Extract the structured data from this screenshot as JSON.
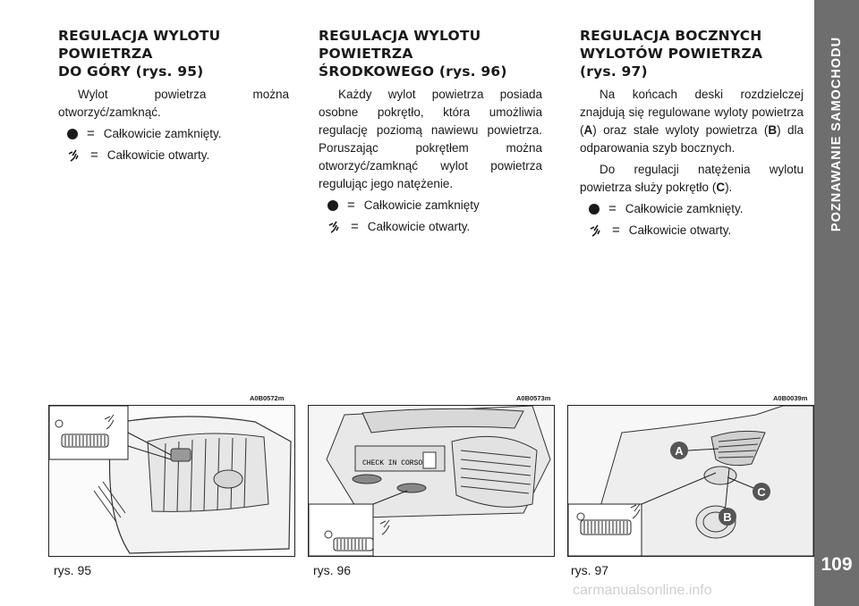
{
  "sidebar": {
    "title": "POZNAWANIE SAMOCHODU",
    "page_number": "109"
  },
  "col1": {
    "heading_line1": "REGULACJA WYLOTU POWIETRZA",
    "heading_line2": "DO GÓRY",
    "heading_ref": "(rys. 95)",
    "body": "Wylot powietrza można otworzyć/zamknąć.",
    "closed_label": "Całkowicie zamknięty.",
    "open_label": "Całkowicie otwarty."
  },
  "col2": {
    "heading_line1": "REGULACJA WYLOTU POWIETRZA",
    "heading_line2": "ŚRODKOWEGO",
    "heading_ref": "(rys. 96)",
    "body": "Każdy wylot powietrza posiada osobne pokrętło, która umożliwia regulację poziomą nawiewu powietrza. Poruszając pokrętłem można otworzyć/zamknąć wylot powietrza regulując jego natężenie.",
    "closed_label": "Całkowicie zamknięty",
    "open_label": "Całkowicie otwarty."
  },
  "col3": {
    "heading_line1": "REGULACJA BOCZNYCH",
    "heading_line2": "WYLOTÓW POWIETRZA",
    "heading_ref": "(rys. 97)",
    "body1_a": "Na końcach deski rozdzielczej znajdują się regulowane wyloty powietrza (",
    "key_a": "A",
    "body1_b": ") oraz stałe wyloty powietrza (",
    "key_b": "B",
    "body1_c": ") dla odparowania szyb bocznych.",
    "body2_a": "Do regulacji natężenia wylotu powietrza służy pokrętło (",
    "key_c": "C",
    "body2_b": ").",
    "closed_label": "Całkowicie zamknięty.",
    "open_label": "Całkowicie otwarty."
  },
  "equals": "=",
  "figures": [
    {
      "code": "A0B0572m",
      "caption": "rys. 95"
    },
    {
      "code": "A0B0573m",
      "caption": "rys. 96",
      "display_text": "CHECK IN CORSO"
    },
    {
      "code": "A0B0039m",
      "caption": "rys. 97",
      "labels": [
        "A",
        "B",
        "C"
      ]
    }
  ],
  "watermark": "carmanualsonline.info"
}
